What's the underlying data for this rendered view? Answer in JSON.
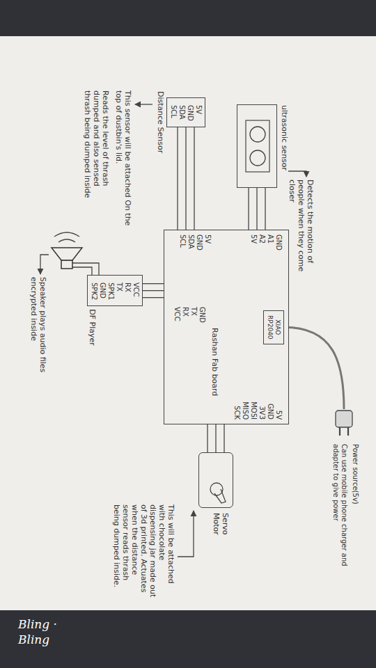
{
  "diagram": {
    "nodes": [
      {
        "text": [
          "ultrasonic sensor"
        ]
      },
      {
        "text": [
          "5V",
          "GND",
          "SDA",
          "SCL",
          "Distance Sensor"
        ]
      },
      {
        "text": [
          "Rashan Fab board",
          "GND",
          "A1",
          "A2",
          "5V",
          "5V",
          "GND",
          "SDA",
          "SCL",
          "5V",
          "GND",
          "3V3",
          "MOSI",
          "MISO",
          "SCK",
          "GND",
          "TX",
          "RX",
          "VCC"
        ]
      },
      {
        "text": [
          "XIAO",
          "RP2040"
        ],
        "in": 2
      },
      {
        "text": [
          "VCC",
          "RX",
          "TX",
          "SPK1",
          "GND",
          "SPK2",
          "DF Player"
        ]
      },
      {
        "text": [
          "Servo Motor"
        ]
      },
      {
        "text": [
          "Power source(5v)",
          "Can use mobile phone charger and adapter to give power"
        ]
      }
    ],
    "edges": [
      {
        "from": 0,
        "to": 2,
        "arrow": "none"
      },
      {
        "from": 1,
        "to": 2,
        "arrow": "none"
      },
      {
        "from": 4,
        "to": 2,
        "arrow": "none"
      },
      {
        "from": 2,
        "to": 5,
        "arrow": "none"
      },
      {
        "from": 3,
        "to": 6,
        "arrow": "none"
      }
    ],
    "labels": [
      "Detects the motion of people when they come closer",
      "This sensor will be attached On the top of dustbin's lid.",
      "Reads the level of thrash dumped and also sensed thrash being dumped inside",
      "Speaker plays audio files encrypted inside",
      "This will be attached with chocolate dispensing jar made out of 3d printed. Actuates when the distance sensor reads thrash being dumped inside.",
      "Bling · Bling"
    ]
  }
}
